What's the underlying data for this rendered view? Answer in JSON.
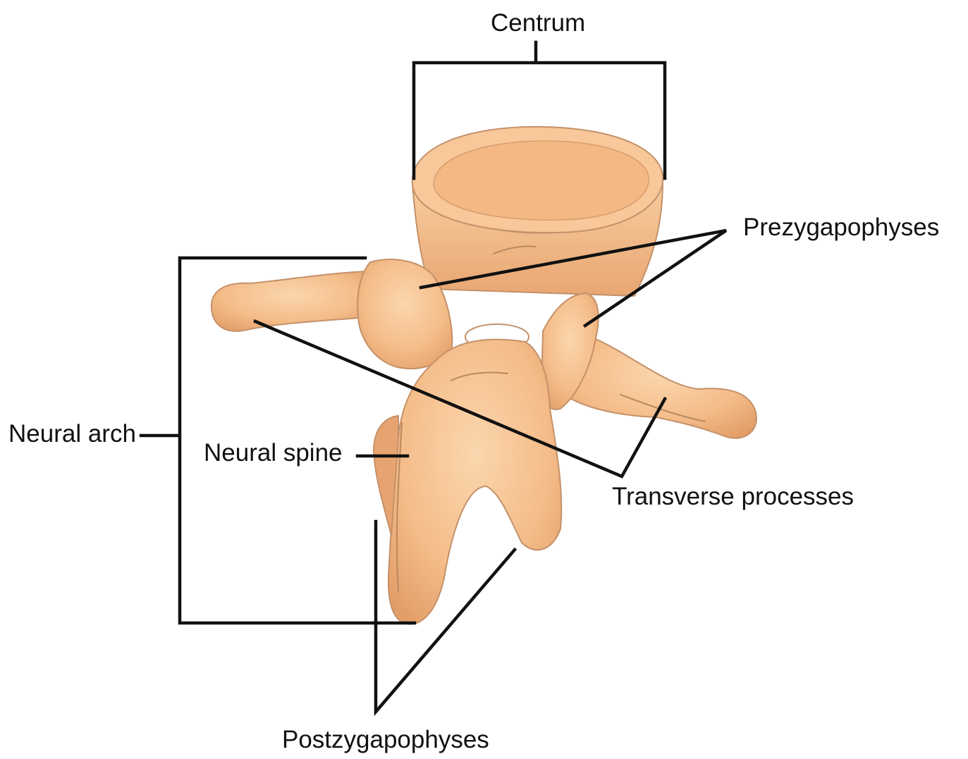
{
  "diagram": {
    "labels": {
      "centrum": "Centrum",
      "prezygapophyses": "Prezygapophyses",
      "neural_arch": "Neural arch",
      "neural_spine": "Neural spine",
      "transverse_processes": "Transverse processes",
      "postzygapophyses": "Postzygapophyses"
    },
    "colors": {
      "bone_fill": "#f6c18f",
      "bone_shadow": "#e3a16e",
      "bone_highlight": "#fbd9b5",
      "bone_outline": "#b98a5e",
      "leader_line": "#111111",
      "background": "#ffffff"
    }
  }
}
